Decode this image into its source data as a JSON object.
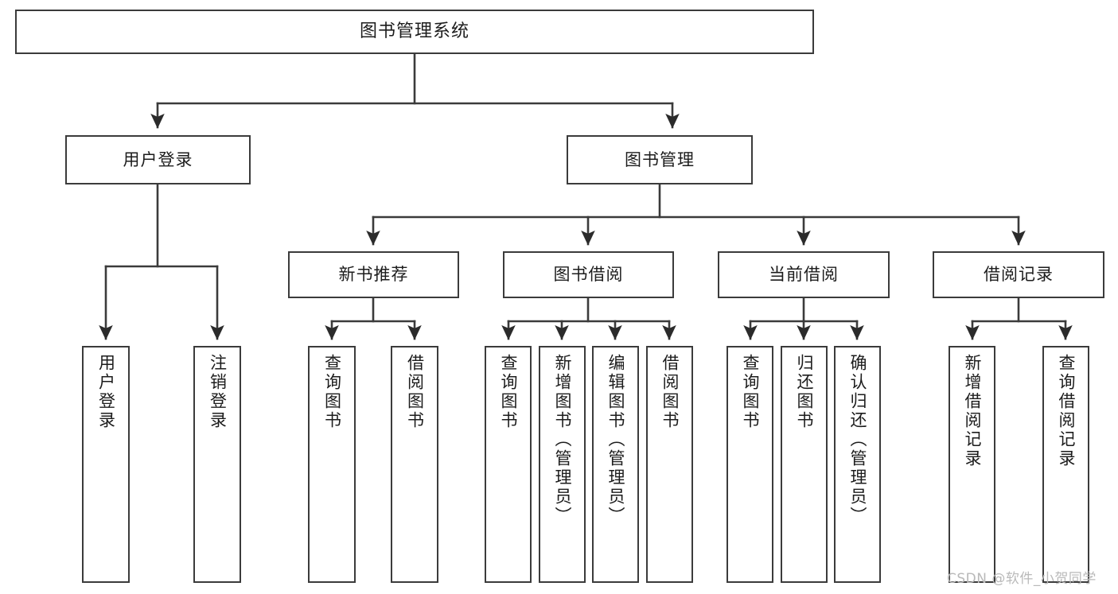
{
  "diagram": {
    "title": "图书管理系统",
    "type": "tree",
    "orientation": "top-down",
    "line_color": "#3b3b3b",
    "box_fill": "#ffffff",
    "text_color": "#1c1c1c"
  },
  "watermark": {
    "text": "CSDN @软件_小贺同学",
    "color": "#b9b9b9"
  },
  "nodes": {
    "root": {
      "label": "图书管理系统"
    },
    "level2": [
      {
        "id": "user-login",
        "label": "用户登录"
      },
      {
        "id": "book-manage",
        "label": "图书管理"
      }
    ],
    "level3": [
      {
        "id": "new-book-rec",
        "label": "新书推荐"
      },
      {
        "id": "book-borrow",
        "label": "图书借阅"
      },
      {
        "id": "current-borrow",
        "label": "当前借阅"
      },
      {
        "id": "borrow-record",
        "label": "借阅记录"
      }
    ],
    "leaves": {
      "user_login": [
        {
          "id": "leaf-user-login",
          "label": "用户登录"
        },
        {
          "id": "leaf-logout",
          "label": "注销登录"
        }
      ],
      "new_book_rec": [
        {
          "id": "leaf-query-book-1",
          "label": "查询图书"
        },
        {
          "id": "leaf-borrow-book-1",
          "label": "借阅图书"
        }
      ],
      "book_borrow": [
        {
          "id": "leaf-query-book-2",
          "label": "查询图书"
        },
        {
          "id": "leaf-add-book",
          "label": "新增图书（管理员）"
        },
        {
          "id": "leaf-edit-book",
          "label": "编辑图书（管理员）"
        },
        {
          "id": "leaf-borrow-book-2",
          "label": "借阅图书"
        }
      ],
      "current_borrow": [
        {
          "id": "leaf-query-book-3",
          "label": "查询图书"
        },
        {
          "id": "leaf-return-book",
          "label": "归还图书"
        },
        {
          "id": "leaf-confirm-return",
          "label": "确认归还（管理员）"
        }
      ],
      "borrow_record": [
        {
          "id": "leaf-add-record",
          "label": "新增借阅记录"
        },
        {
          "id": "leaf-query-record",
          "label": "查询借阅记录"
        }
      ]
    }
  }
}
